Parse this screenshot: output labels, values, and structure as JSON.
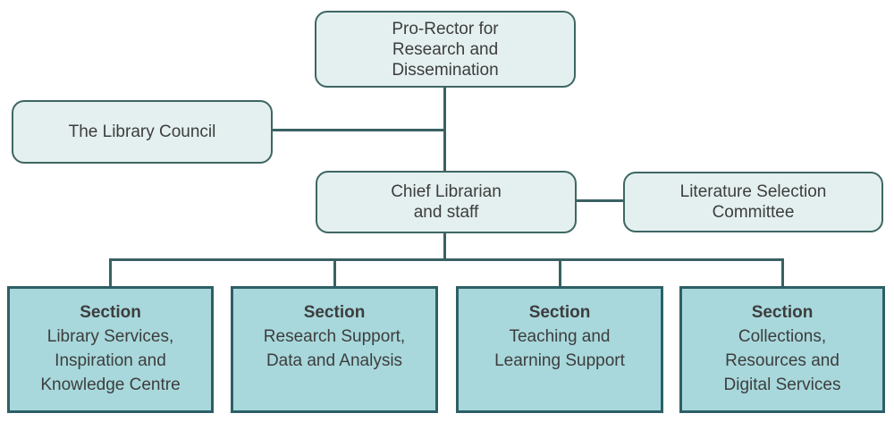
{
  "org_chart": {
    "nodes": {
      "pro_rector": {
        "label": "Pro-Rector for\nResearch and\nDissemination"
      },
      "library_council": {
        "label": "The Library Council"
      },
      "chief_librarian": {
        "label": "Chief Librarian\nand staff"
      },
      "literature_committee": {
        "label": "Literature Selection\nCommittee"
      }
    },
    "sections": [
      {
        "heading": "Section",
        "label": "Library Services,\nInspiration and\nKnowledge Centre"
      },
      {
        "heading": "Section",
        "label": "Research Support,\nData and Analysis"
      },
      {
        "heading": "Section",
        "label": "Teaching and\nLearning Support"
      },
      {
        "heading": "Section",
        "label": "Collections,\nResources and\nDigital Services"
      }
    ],
    "colors": {
      "light_fill": "#e4f0ef",
      "light_border": "#3e6663",
      "section_fill": "#a8d8dc",
      "section_border": "#2d5f66",
      "connector": "#3a6163",
      "text": "#3d3d3d",
      "background": "#ffffff"
    }
  }
}
